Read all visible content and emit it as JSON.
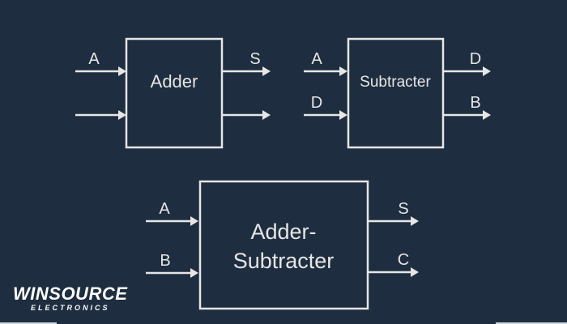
{
  "colors": {
    "background": "#1e2d3f",
    "stroke": "#e6e6e6"
  },
  "blocks": [
    {
      "name": "adder",
      "title_lines": [
        "Adder"
      ],
      "inputs": [
        "A",
        ""
      ],
      "outputs": [
        "S",
        ""
      ]
    },
    {
      "name": "subtracter",
      "title_lines": [
        "Subtracter"
      ],
      "inputs": [
        "A",
        "D"
      ],
      "outputs": [
        "D",
        "B"
      ]
    },
    {
      "name": "adder-subtracter",
      "title_lines": [
        "Adder-",
        "Subtracter"
      ],
      "inputs": [
        "A",
        "B"
      ],
      "outputs": [
        "S",
        "C"
      ]
    }
  ],
  "logo": {
    "brand": "WINSOURCE",
    "sub": "ELECTRONICS"
  }
}
